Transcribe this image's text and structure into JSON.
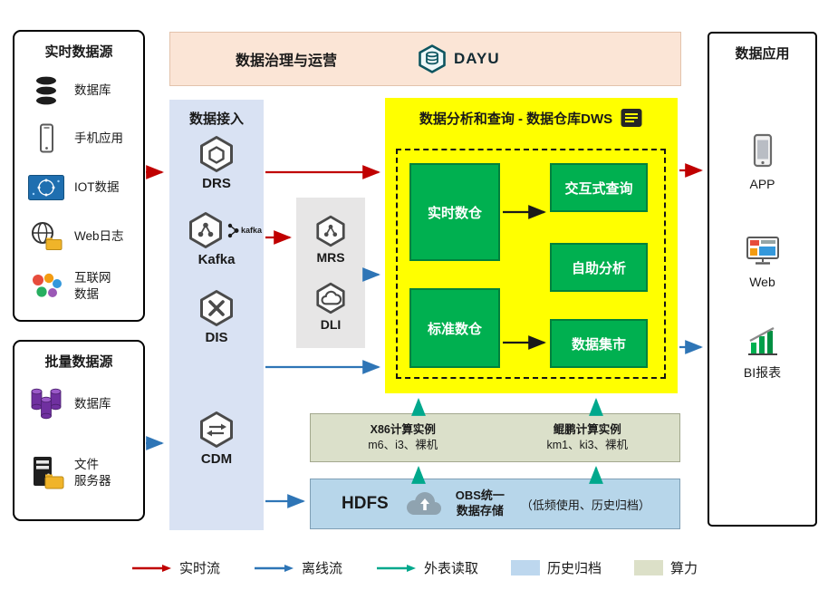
{
  "governance": {
    "title": "数据治理与运营",
    "logo_label": "DAYU"
  },
  "realtime_sources": {
    "title": "实时数据源",
    "items": [
      {
        "label": "数据库",
        "icon": "database-icon"
      },
      {
        "label": "手机应用",
        "icon": "mobile-app-icon"
      },
      {
        "label": "IOT数据",
        "icon": "iot-icon"
      },
      {
        "label": "Web日志",
        "icon": "web-log-icon"
      },
      {
        "label": "互联网\n数据",
        "icon": "internet-data-icon"
      }
    ]
  },
  "batch_sources": {
    "title": "批量数据源",
    "items": [
      {
        "label": "数据库",
        "icon": "batch-database-icon"
      },
      {
        "label": "文件\n服务器",
        "icon": "file-server-icon"
      }
    ]
  },
  "ingestion": {
    "title": "数据接入",
    "services": [
      {
        "name": "DRS"
      },
      {
        "name": "Kafka",
        "logo_text": "kafka"
      },
      {
        "name": "DIS"
      },
      {
        "name": "CDM"
      }
    ]
  },
  "processing": {
    "services": [
      {
        "name": "MRS"
      },
      {
        "name": "DLI"
      }
    ]
  },
  "dws": {
    "title": "数据分析和查询 - 数据仓库DWS",
    "warehouses": [
      "实时数仓",
      "标准数仓"
    ],
    "capabilities": [
      "交互式查询",
      "自助分析",
      "数据集市"
    ]
  },
  "compute": {
    "groups": [
      {
        "line1": "X86计算实例",
        "line2": "m6、i3、裸机"
      },
      {
        "line1": "鲲鹏计算实例",
        "line2": "km1、ki3、裸机"
      }
    ]
  },
  "storage": {
    "title": "HDFS",
    "obs_line1": "OBS统一",
    "obs_line2": "数据存储",
    "note": "（低频使用、历史归档）"
  },
  "applications": {
    "title": "数据应用",
    "items": [
      {
        "label": "APP",
        "icon": "app-icon"
      },
      {
        "label": "Web",
        "icon": "web-app-icon"
      },
      {
        "label": "BI报表",
        "icon": "bi-report-icon"
      }
    ]
  },
  "legend": {
    "items": [
      {
        "label": "实时流",
        "style": "arrow",
        "color": "#c00000"
      },
      {
        "label": "离线流",
        "style": "arrow",
        "color": "#2e75b6"
      },
      {
        "label": "外表读取",
        "style": "arrow",
        "color": "#00a88c"
      },
      {
        "label": "历史归档",
        "style": "swatch",
        "color": "#bdd7ee"
      },
      {
        "label": "算力",
        "style": "swatch",
        "color": "#dce0c8"
      }
    ]
  }
}
